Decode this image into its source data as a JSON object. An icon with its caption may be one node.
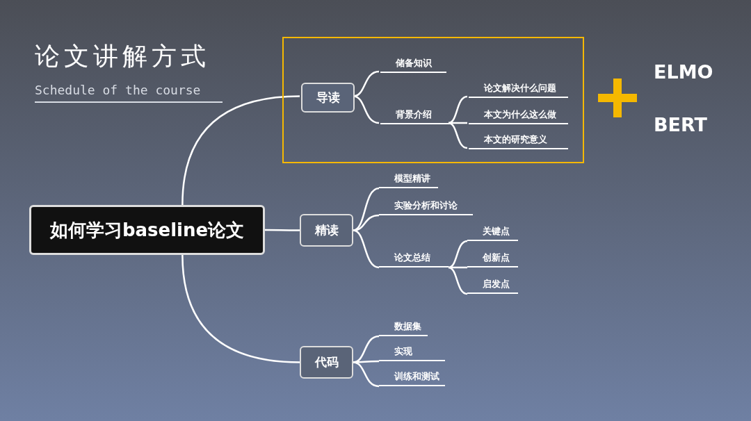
{
  "diagram": {
    "title": "论文讲解方式",
    "nodes": [
      {
        "text": [
          "如何学习baseline论文"
        ]
      },
      {
        "text": [],
        "shape": "box"
      },
      {
        "text": [
          "导读"
        ],
        "in": 1
      },
      {
        "text": [
          "储备知识"
        ],
        "in": 1
      },
      {
        "text": [
          "背景介绍"
        ],
        "in": 1
      },
      {
        "text": [
          "论文解决什么问题"
        ],
        "in": 1
      },
      {
        "text": [
          "本文为什么这么做"
        ],
        "in": 1
      },
      {
        "text": [
          "本文的研究意义"
        ],
        "in": 1
      },
      {
        "text": [
          "精读"
        ]
      },
      {
        "text": [
          "模型精讲"
        ]
      },
      {
        "text": [
          "实验分析和讨论"
        ]
      },
      {
        "text": [
          "论文总结"
        ]
      },
      {
        "text": [
          "关键点"
        ]
      },
      {
        "text": [
          "创新点"
        ]
      },
      {
        "text": [
          "启发点"
        ]
      },
      {
        "text": [
          "代码"
        ]
      },
      {
        "text": [
          "数据集"
        ]
      },
      {
        "text": [
          "实现"
        ]
      },
      {
        "text": [
          "训练和测试"
        ]
      }
    ],
    "edges": [
      {
        "from": 0,
        "to": 2,
        "arrow": "none"
      },
      {
        "from": 0,
        "to": 8,
        "arrow": "none"
      },
      {
        "from": 0,
        "to": 15,
        "arrow": "none"
      },
      {
        "from": 2,
        "to": 3,
        "arrow": "none"
      },
      {
        "from": 2,
        "to": 4,
        "arrow": "none"
      },
      {
        "from": 4,
        "to": 5,
        "arrow": "none"
      },
      {
        "from": 4,
        "to": 6,
        "arrow": "none"
      },
      {
        "from": 4,
        "to": 7,
        "arrow": "none"
      },
      {
        "from": 8,
        "to": 9,
        "arrow": "none"
      },
      {
        "from": 8,
        "to": 10,
        "arrow": "none"
      },
      {
        "from": 8,
        "to": 11,
        "arrow": "none"
      },
      {
        "from": 11,
        "to": 12,
        "arrow": "none"
      },
      {
        "from": 11,
        "to": 13,
        "arrow": "none"
      },
      {
        "from": 11,
        "to": 14,
        "arrow": "none"
      },
      {
        "from": 15,
        "to": 16,
        "arrow": "none"
      },
      {
        "from": 15,
        "to": 17,
        "arrow": "none"
      },
      {
        "from": 15,
        "to": 18,
        "arrow": "none"
      }
    ],
    "labels": [
      "Schedule of the course",
      "ELMO",
      "BERT"
    ]
  }
}
